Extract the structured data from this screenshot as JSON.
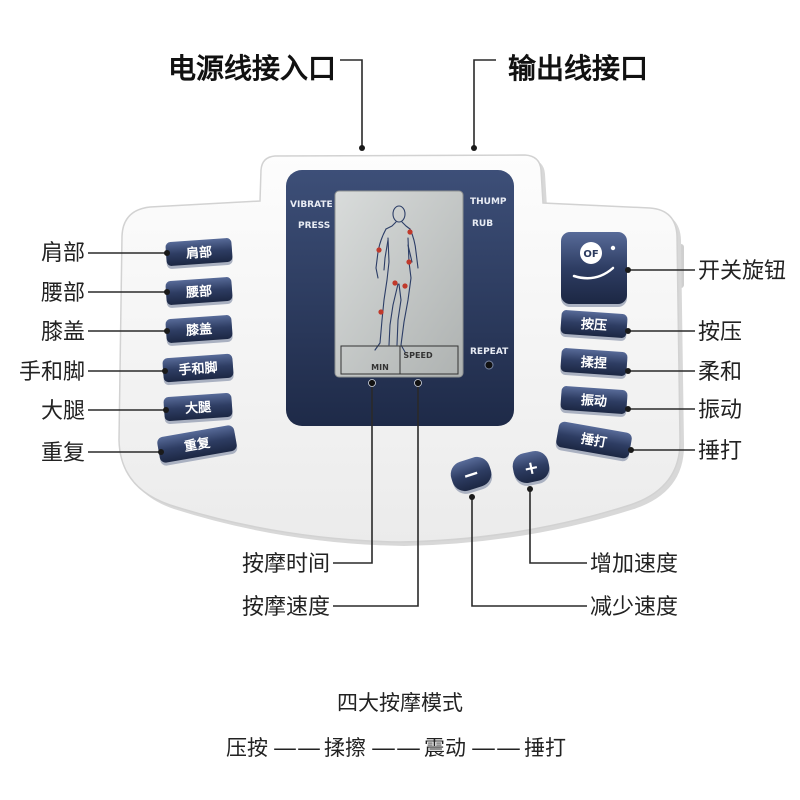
{
  "connectors": {
    "power_input": "电源线接入口",
    "output": "输出线接口"
  },
  "lcd": {
    "figure_icon": "human-body-icon",
    "vibrate": "VIBRATE",
    "press": "PRESS",
    "thump": "THUMP",
    "rub": "RUB",
    "repeat": "REPEAT",
    "min": "MIN",
    "speed": "SPEED"
  },
  "left_panel": {
    "buttons": [
      "肩部",
      "腰部",
      "膝盖",
      "手和脚",
      "大腿",
      "重复"
    ],
    "callouts": [
      "肩部",
      "腰部",
      "膝盖",
      "手和脚",
      "大腿",
      "重复"
    ]
  },
  "right_panel": {
    "power_knob": {
      "icon": "power-knob-icon",
      "badge": "OF",
      "callout": "开关旋钮"
    },
    "buttons": [
      "按压",
      "揉捏",
      "振动",
      "捶打"
    ],
    "callouts": [
      "按压",
      "柔和",
      "振动",
      "捶打"
    ]
  },
  "speed_keys": {
    "minus": "−",
    "plus": "+",
    "increase_callout": "增加速度",
    "decrease_callout": "减少速度"
  },
  "display_callouts": {
    "time": "按摩时间",
    "speed": "按摩速度"
  },
  "modes": {
    "title": "四大按摩模式",
    "items": [
      "压按",
      "揉擦",
      "震动",
      "捶打"
    ],
    "separator": "——"
  },
  "colors": {
    "device_body": "#f4f4f4",
    "control_panel": "#2e3e62",
    "lcd": "#c3c6c5",
    "button_text": "#ffffff",
    "massage_point": "#c0392b",
    "callout_text": "#222222"
  }
}
